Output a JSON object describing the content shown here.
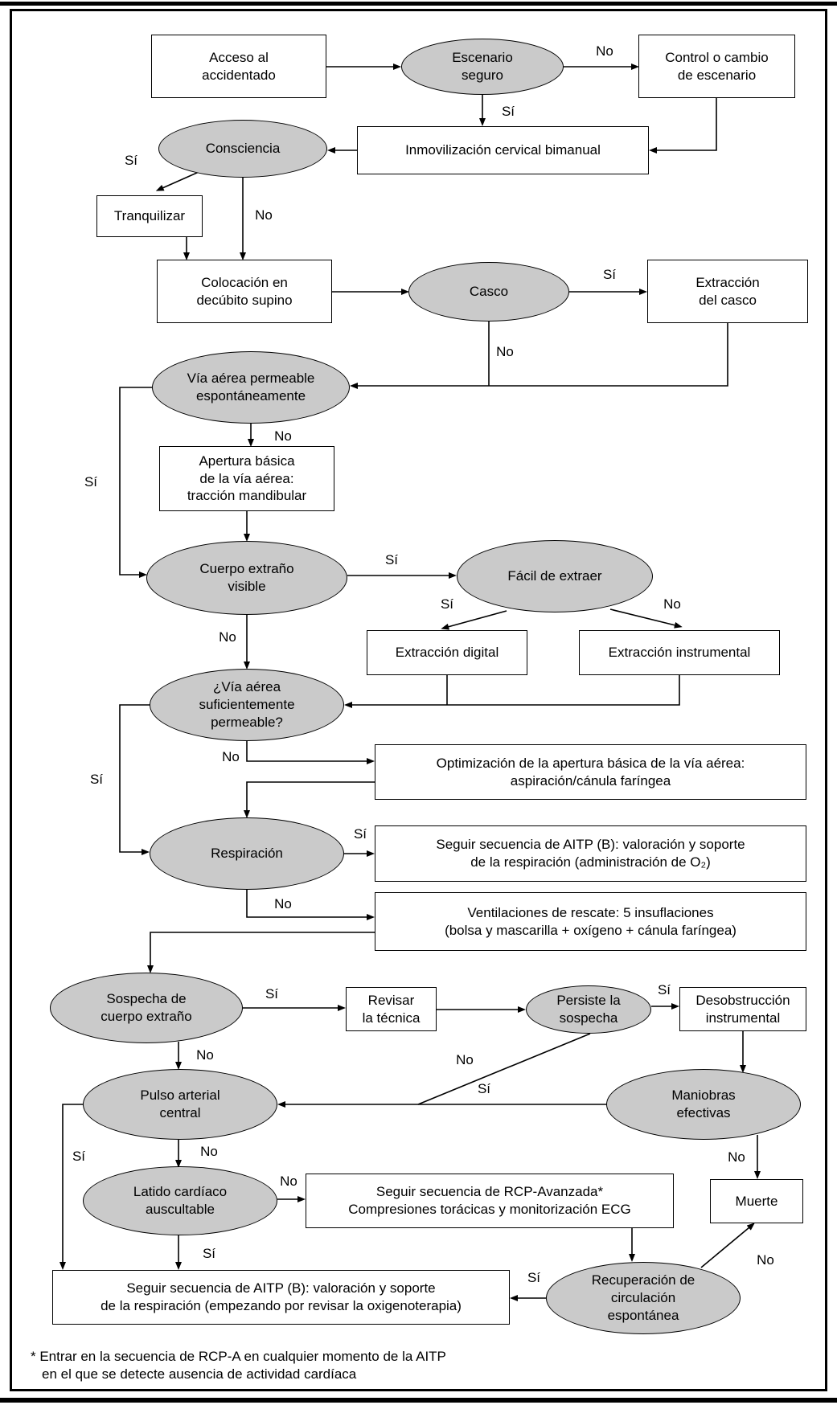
{
  "figure": {
    "type": "flowchart",
    "language": "es",
    "colors": {
      "decision_fill": "#cacaca",
      "action_fill": "#ffffff",
      "line": "#000000",
      "text": "#000000"
    }
  },
  "nodes": {
    "acceso": "Acceso al\naccidentado",
    "escenario": "Escenario\nseguro",
    "control": "Control o cambio\nde escenario",
    "inmovilizacion": "Inmovilización cervical bimanual",
    "consciencia": "Consciencia",
    "tranquilizar": "Tranquilizar",
    "colocacion": "Colocación en\ndecúbito supino",
    "casco": "Casco",
    "extraccion_casco": "Extracción\ndel casco",
    "via_aerea": "Vía aérea permeable\nespontáneamente",
    "apertura": "Apertura básica\nde la vía aérea:\ntracción mandibular",
    "cuerpo_extrano": "Cuerpo extraño\nvisible",
    "facil_extraer": "Fácil de extraer",
    "extraccion_digital": "Extracción digital",
    "extraccion_instrumental": "Extracción instrumental",
    "via_suficiente": "¿Vía aérea\nsuficientemente\npermeable?",
    "optimizacion": "Optimización de la apertura básica de la vía aérea:\naspiración/cánula faríngea",
    "respiracion": "Respiración",
    "seguir_aitp_b": "Seguir secuencia de AITP (B): valoración y soporte\nde la respiración (administración de O₂)",
    "ventilaciones": "Ventilaciones de rescate: 5 insuflaciones\n(bolsa y mascarilla + oxígeno + cánula faríngea)",
    "sospecha": "Sospecha de\ncuerpo extraño",
    "revisar": "Revisar\nla técnica",
    "persiste": "Persiste la\nsospecha",
    "desobstruccion": "Desobstrucción\ninstrumental",
    "maniobras": "Maniobras\nefectivas",
    "pulso": "Pulso arterial\ncentral",
    "latido": "Latido cardíaco\nauscultable",
    "rcp_avanzada": "Seguir secuencia de RCP-Avanzada*\nCompresiones torácicas y monitorización ECG",
    "muerte": "Muerte",
    "recuperacion": "Recuperación de\ncirculación\nespontánea",
    "seguir_aitp_b2": "Seguir secuencia de AITP (B): valoración y soporte\nde la respiración (empezando por revisar la oxigenoterapia)"
  },
  "edge_labels": {
    "escenario_no": "No",
    "escenario_si": "Sí",
    "consciencia_si": "Sí",
    "consciencia_no": "No",
    "casco_si": "Sí",
    "casco_no": "No",
    "viaaerea_no": "No",
    "viaaerea_si": "Sí",
    "cuerpo_si": "Sí",
    "facil_si": "Sí",
    "facil_no": "No",
    "cuerpo_no": "No",
    "suficiente_no": "No",
    "suficiente_si": "Sí",
    "respiracion_si": "Sí",
    "respiracion_no": "No",
    "sospecha_si": "Sí",
    "persiste_si": "Sí",
    "persiste_no": "No",
    "maniobras_si": "Sí",
    "sospecha_no": "No",
    "pulso_si": "Sí",
    "pulso_no": "No",
    "latido_no": "No",
    "maniobras_no": "No",
    "latido_si": "Sí",
    "recuperacion_si": "Sí",
    "recuperacion_no": "No"
  },
  "footnote": {
    "line1": "* Entrar en la secuencia de RCP-A en cualquier momento de la AITP",
    "line2": "en el que se detecte ausencia de actividad cardíaca"
  }
}
